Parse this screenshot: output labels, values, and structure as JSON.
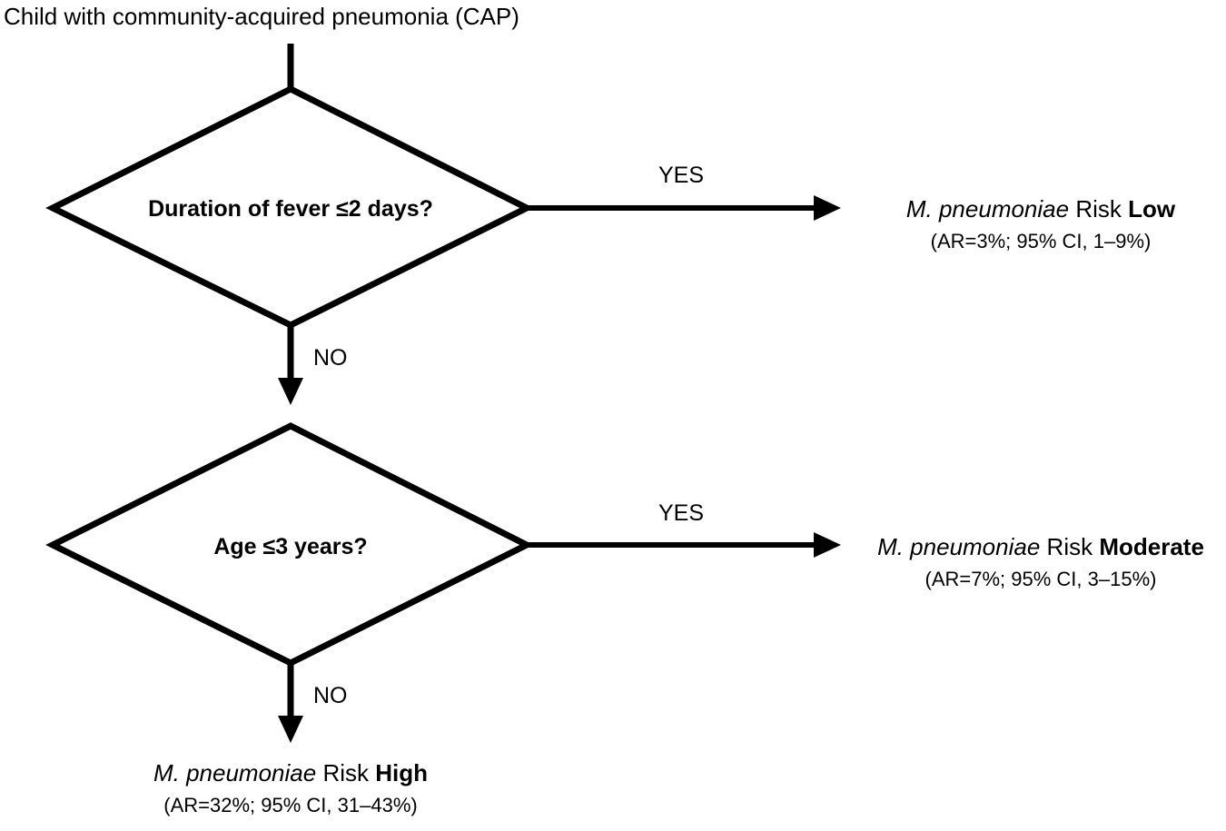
{
  "start": {
    "label": "Child with community-acquired pneumonia (CAP)"
  },
  "decisions": [
    {
      "question": "Duration of fever ≤2 days?",
      "yes_label": "YES",
      "no_label": "NO"
    },
    {
      "question": "Age ≤3 years?",
      "yes_label": "YES",
      "no_label": "NO"
    }
  ],
  "outcomes": {
    "low": {
      "organism": "M. pneumoniae",
      "risk_word": "Risk",
      "level": "Low",
      "stats": "(AR=3%; 95% CI, 1–9%)"
    },
    "moderate": {
      "organism": "M. pneumoniae",
      "risk_word": "Risk",
      "level": "Moderate",
      "stats": "(AR=7%; 95% CI, 3–15%)"
    },
    "high": {
      "organism": "M. pneumoniae",
      "risk_word": "Risk",
      "level": "High",
      "stats": "(AR=32%; 95% CI, 31–43%)"
    }
  },
  "colors": {
    "stroke": "#000000",
    "background": "#ffffff"
  }
}
